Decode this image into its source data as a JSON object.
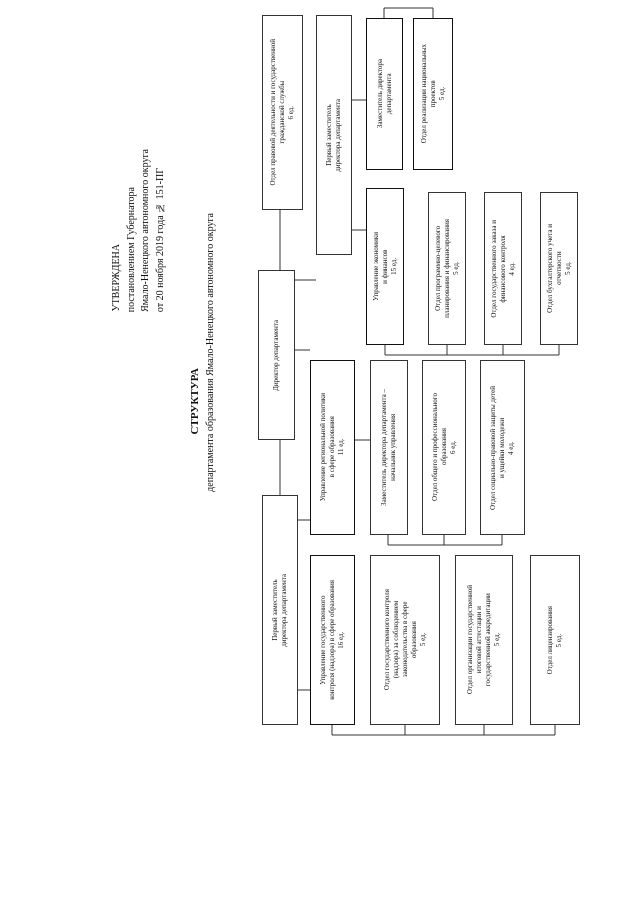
{
  "approval": {
    "line1": "УТВЕРЖДЕНА",
    "line2": "постановлением Губернатора",
    "line3": "Ямало-Ненецкого автономного округа",
    "line4": "от 20 ноября 2019 года № 151-ПГ"
  },
  "title": "СТРУКТУРА",
  "subtitle": "департамента образования Ямало-Ненецкого автономного округа",
  "units": {
    "director": "Директор департамента",
    "legal": "Отдел правовой деятельности и государственной\nгражданской службы\n6 ед.",
    "first_deputy_right": "Первый заместитель\nдиректора департамента",
    "deputy_director": "Заместитель директора\nдепартамента",
    "national_projects": "Отдел реализации национальных\nпроектов\n5 ед.",
    "economics": "Управление экономики\nи финансов\n15 ед.",
    "program_planning": "Отдел программно-целевого\nпланирования и финансирования\n5 ед.",
    "procurement": "Отдел государственного заказа и\nфинансового контроля\n4 ед.",
    "accounting": "Отдел бухгалтерского учета и\nотчетности\n5 ед.",
    "first_deputy_left": "Первый заместитель\nдиректора департамента",
    "regional_policy": "Управление региональной политики\nв сфере образования\n11 ед.",
    "deputy_head": "Заместитель директора департамента –\nначальник управления",
    "general_education": "Отдел общего и профессионального\nобразования\n6 ед.",
    "social_protection": "Отдел социально-правовой защиты детей\nи ущейки молодежи\n4 ед.",
    "state_control": "Управление государственного\nконтроля (надзора) в сфере образования\n16 ед.",
    "control_dept": "Отдел государственного контроля\n(надзора) за соблюдением\nзаконодательства в сфере\nобразования\n5 ед.",
    "attestation": "Отдел организации государственной\nитоговой аттестации и\nгосударственной аккредитации\n5 ед.",
    "licensing": "Отдел лицензирования\n5 ед."
  }
}
